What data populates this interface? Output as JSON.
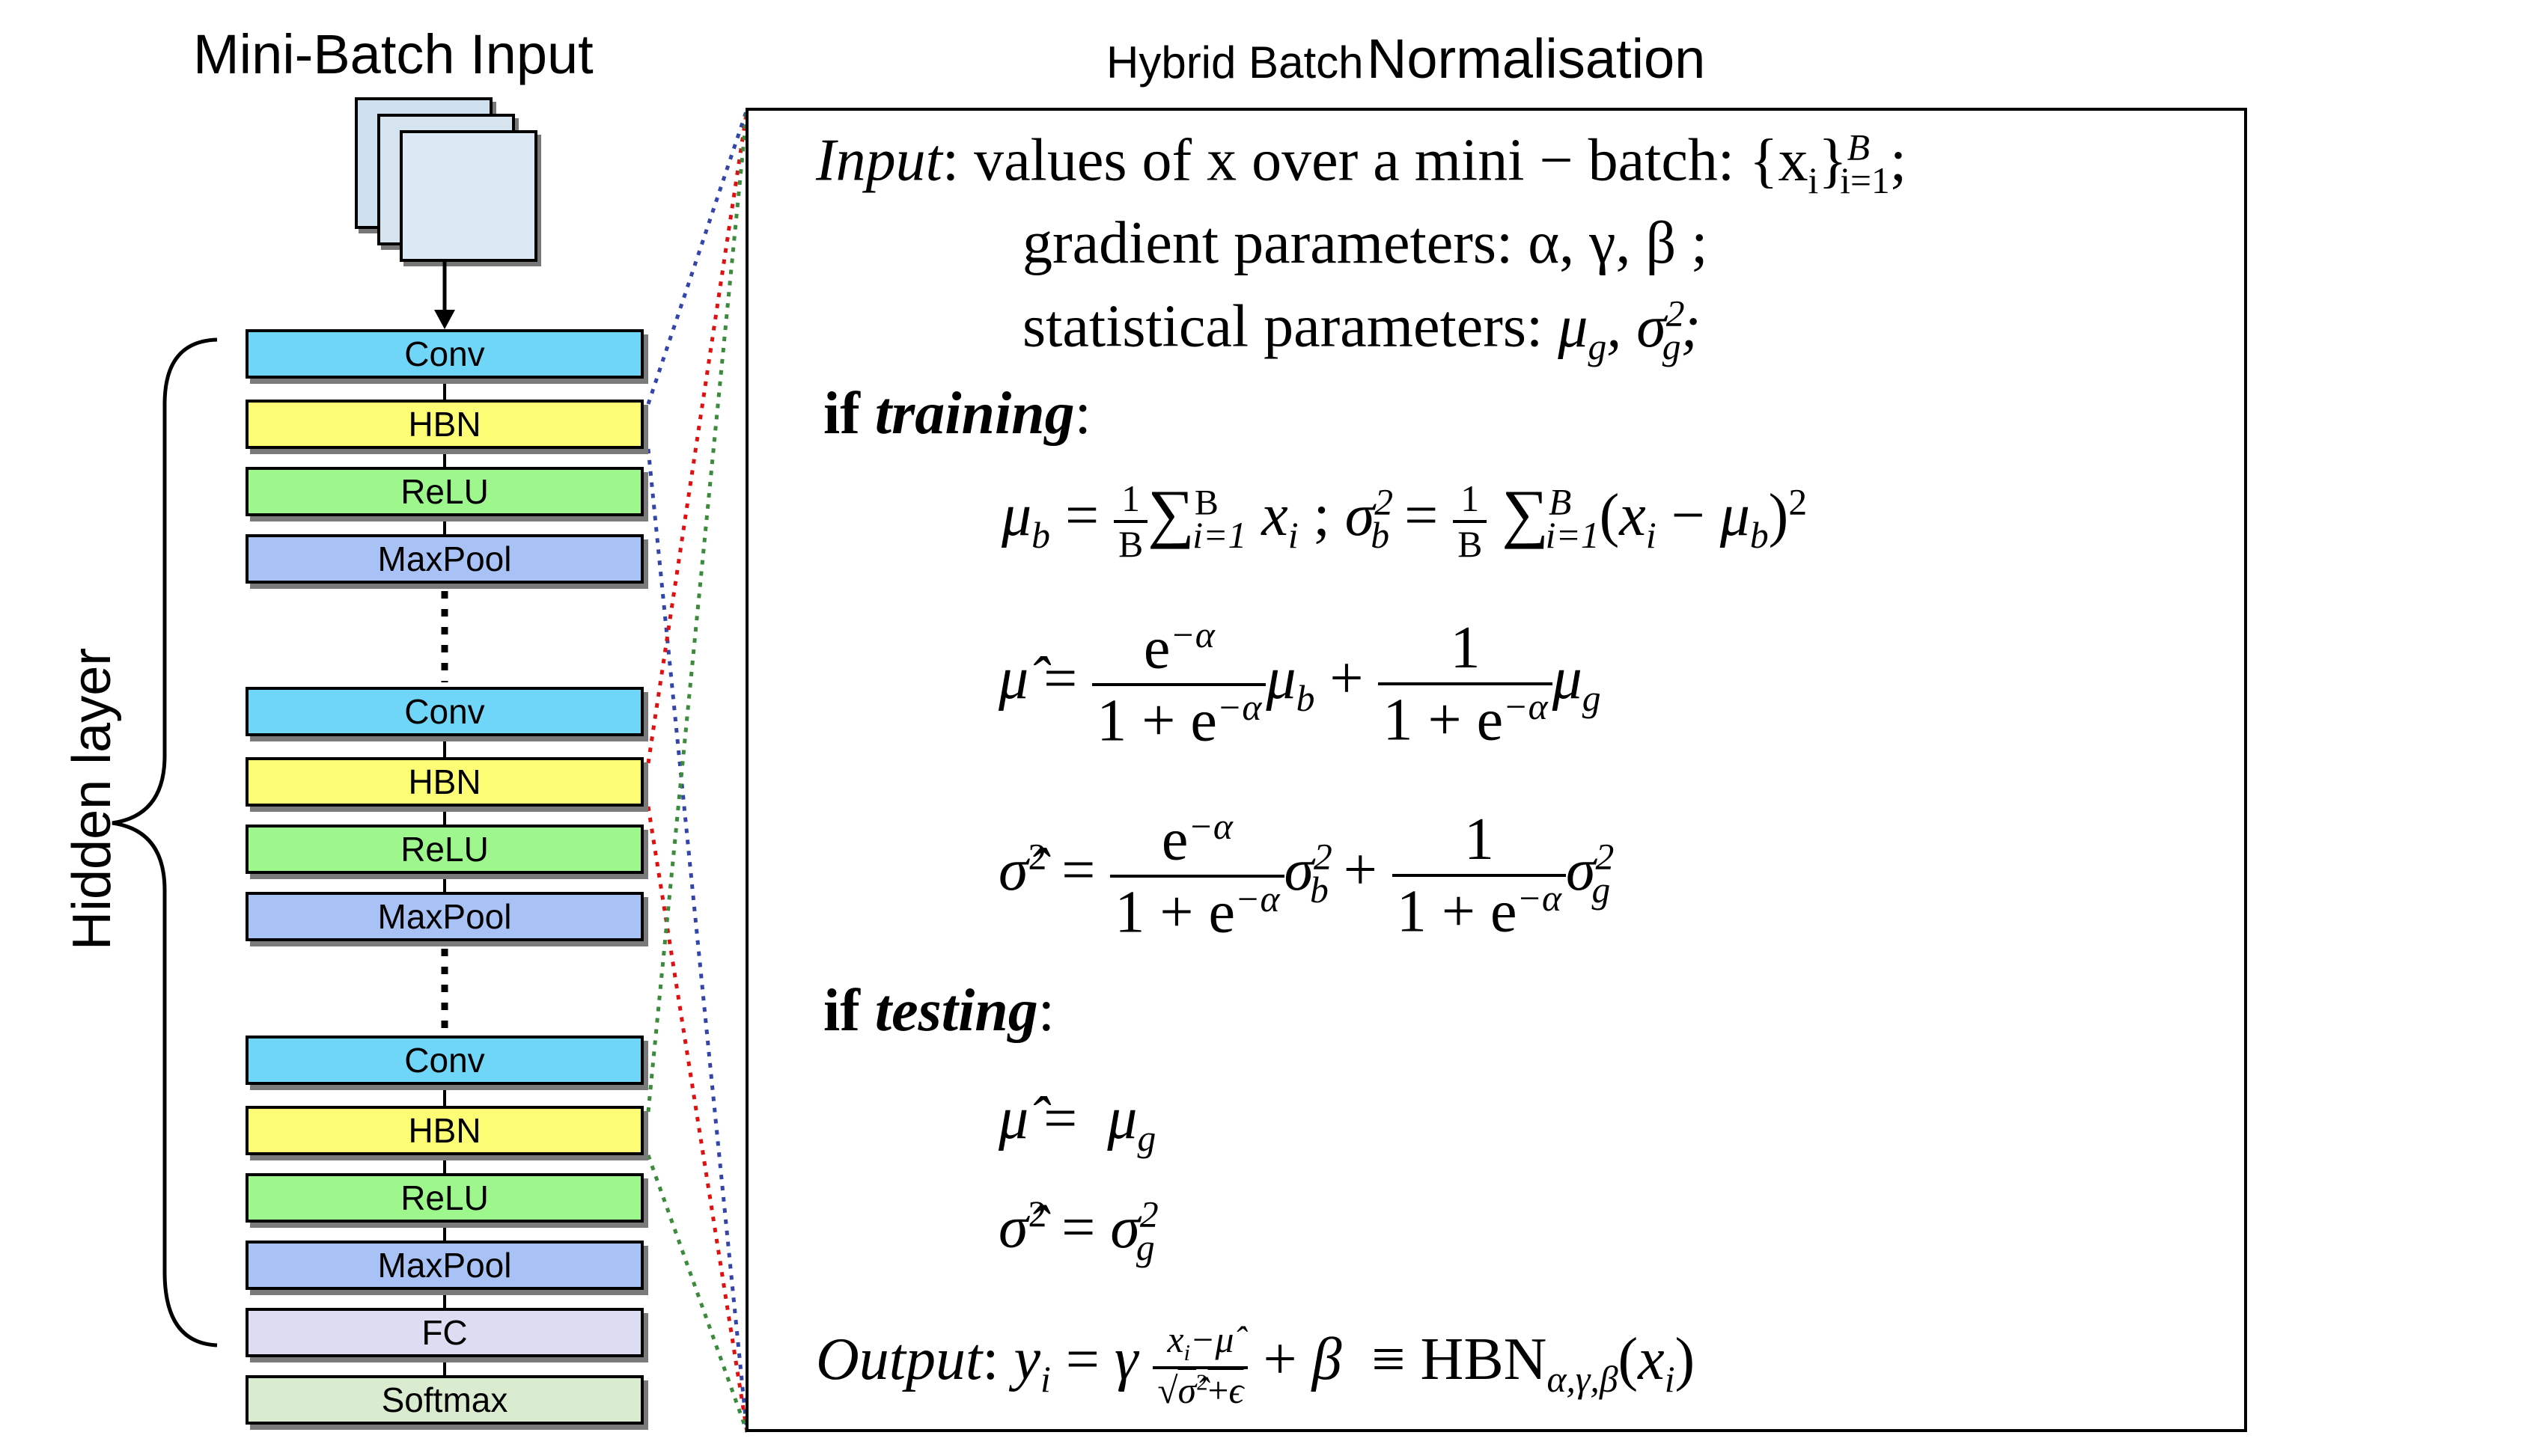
{
  "left_column": {
    "input_title": "Mini-Batch Input",
    "side_label": "Hidden layer",
    "blocks": [
      {
        "label": "Conv",
        "color": "#6fd6f7"
      },
      {
        "label": "HBN",
        "color": "#fdfd75"
      },
      {
        "label": "ReLU",
        "color": "#9ef78d"
      },
      {
        "label": "MaxPool",
        "color": "#a9c2f5"
      },
      {
        "label": "Conv",
        "color": "#6fd6f7"
      },
      {
        "label": "HBN",
        "color": "#fdfd75"
      },
      {
        "label": "ReLU",
        "color": "#9ef78d"
      },
      {
        "label": "MaxPool",
        "color": "#a9c2f5"
      },
      {
        "label": "Conv",
        "color": "#6fd6f7"
      },
      {
        "label": "HBN",
        "color": "#fdfd75"
      },
      {
        "label": "ReLU",
        "color": "#9ef78d"
      },
      {
        "label": "MaxPool",
        "color": "#a9c2f5"
      },
      {
        "label": "FC",
        "color": "#dcdcf2"
      },
      {
        "label": "Softmax",
        "color": "#d9ecd0"
      }
    ]
  },
  "panel": {
    "title_part1": "Hybrid Batch",
    "title_part2": "Normalisation",
    "input_label": "Input",
    "input_line1": "values of x over a mini − batch:",
    "input_line2": "gradient parameters: α, γ, β ;",
    "input_line3": "statistical parameters:",
    "if_word": "if",
    "training_word": "training",
    "testing_word": "testing",
    "output_label": "Output",
    "output_func": "HBN"
  },
  "colors": {
    "line_blue": "#3344aa",
    "line_red": "#e01010",
    "line_green": "#3c8a3c"
  }
}
